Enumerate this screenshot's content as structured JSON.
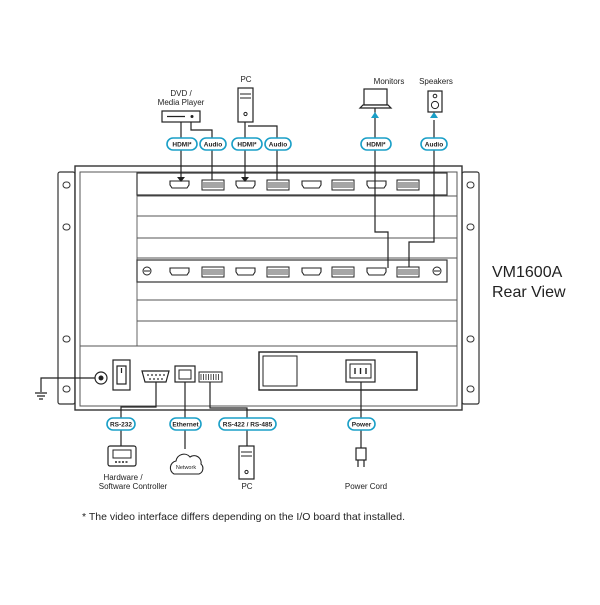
{
  "title": {
    "line1": "VM1600A",
    "line2": "Rear View"
  },
  "devices": {
    "dvd": {
      "line1": "DVD /",
      "line2": "Media Player"
    },
    "pc_top": "PC",
    "monitors": "Monitors",
    "speakers": "Speakers",
    "controller": {
      "line1": "Hardware /",
      "line2": "Software Controller"
    },
    "network": "Network",
    "pc_bottom": "PC",
    "power_cord": "Power Cord"
  },
  "connector_labels": {
    "hdmi": "HDMI*",
    "audio": "Audio",
    "rs232": "RS-232",
    "ethernet": "Ethernet",
    "rs422": "RS-422 / RS-485",
    "power": "Power"
  },
  "footnote": "* The video interface differs depending on the I/O board that installed.",
  "colors": {
    "accent": "#1a9fc7",
    "line": "#222222",
    "panel_stroke": "#333333"
  }
}
